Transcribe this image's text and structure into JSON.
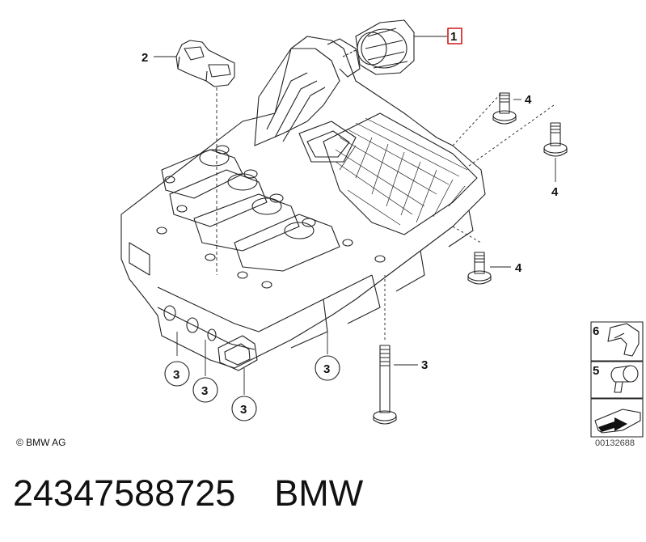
{
  "diagram": {
    "callouts": {
      "c1": "1",
      "c2": "2",
      "c3a": "3",
      "c3b": "3",
      "c3c": "3",
      "c3d": "3",
      "c3e": "3",
      "c4a": "4",
      "c4b": "4",
      "c4c": "4",
      "c5": "5",
      "c6": "6"
    },
    "highlight_color": "#d11a1a"
  },
  "copyright": "© BMW AG",
  "drawing_number": "00132688",
  "footer": {
    "part_number": "24347588725",
    "brand": "BMW"
  }
}
